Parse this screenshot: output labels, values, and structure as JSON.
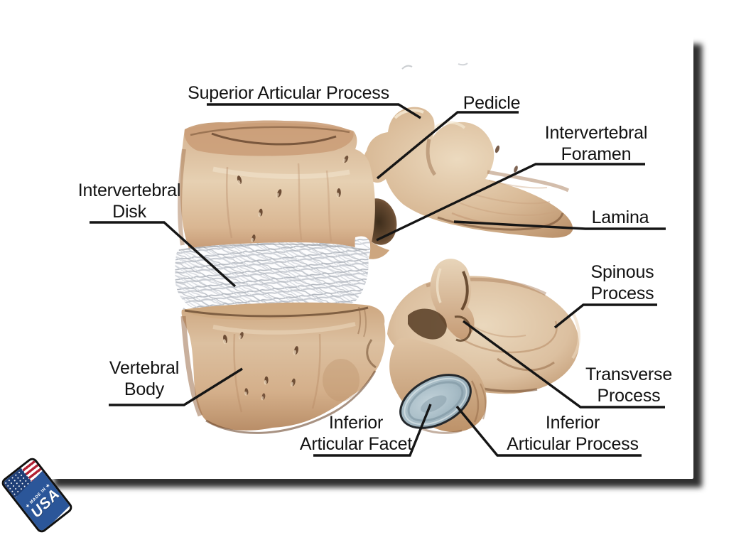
{
  "poster": {
    "labels": [
      {
        "id": "superior-articular-process",
        "text": "Superior Articular Process"
      },
      {
        "id": "pedicle",
        "text": "Pedicle"
      },
      {
        "id": "intervertebral-foramen",
        "text": "Intervertebral\nForamen"
      },
      {
        "id": "lamina",
        "text": "Lamina"
      },
      {
        "id": "spinous-process",
        "text": "Spinous\nProcess"
      },
      {
        "id": "transverse-process",
        "text": "Transverse\nProcess"
      },
      {
        "id": "vertebral-body",
        "text": "Vertebral\nBody"
      },
      {
        "id": "intervertebral-disk",
        "text": "Intervertebral\nDisk"
      },
      {
        "id": "inferior-articular-facet",
        "text": "Inferior\nArticular Facet"
      },
      {
        "id": "inferior-articular-process",
        "text": "Inferior\nArticular Process"
      }
    ],
    "line_color": "#151515",
    "colors": {
      "bone_base": "#d9b896",
      "bone_shadow": "#9c7453",
      "bone_highlight": "#f2e6d1",
      "bone_crevice": "#4d331c",
      "disk_white": "#fdfdfe",
      "disk_strand": "#c2c6cc",
      "facet_blue_gray": "#a7bcc6",
      "label_text": "#121212",
      "card_background": "#ffffff"
    }
  },
  "badge": {
    "made_in_line": "★ MADE IN ★",
    "usa_text": "USA",
    "panel_color": "#2b5699",
    "flag_red": "#b22234",
    "flag_blue": "#1f3f77"
  }
}
